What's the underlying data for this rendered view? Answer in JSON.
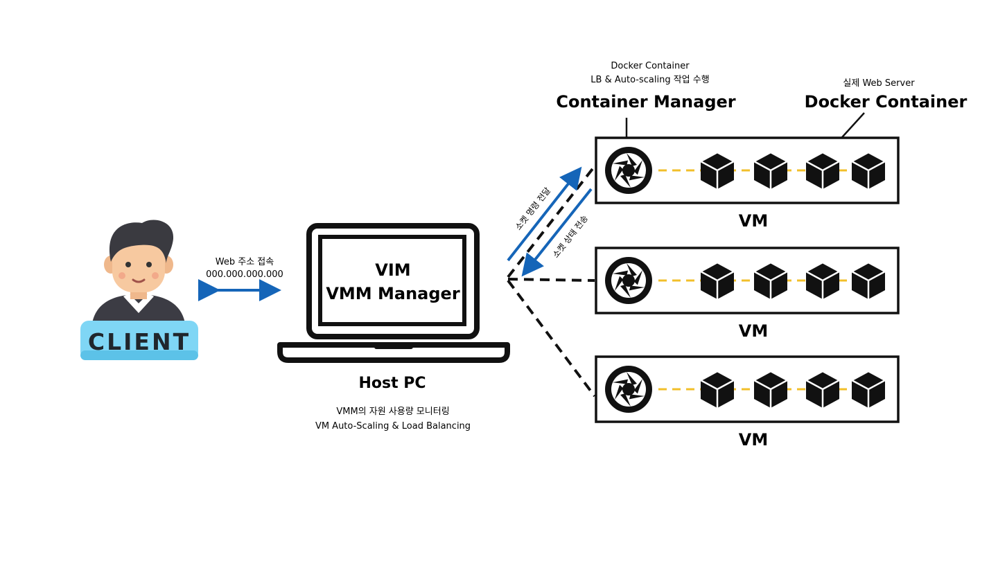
{
  "client": {
    "badge_label": "CLIENT",
    "link_label": "Web 주소 접속",
    "address": "000.000.000.000"
  },
  "host": {
    "screen_line1": "VIM",
    "screen_line2": "VMM Manager",
    "title": "Host PC",
    "desc_line1": "VMM의 자원 사용량 모니터링",
    "desc_line2": "VM Auto-Scaling & Load Balancing"
  },
  "socket": {
    "command_label": "소켓 명령 전달",
    "status_label": "소켓 상태 전송"
  },
  "container_manager": {
    "note_line1": "Docker Container",
    "note_line2": "LB & Auto-scaling 작업 수행",
    "title": "Container Manager"
  },
  "docker_container": {
    "note": "실제 Web Server",
    "title": "Docker Container"
  },
  "vms": [
    {
      "label": "VM",
      "container_count": 4
    },
    {
      "label": "VM",
      "container_count": 4
    },
    {
      "label": "VM",
      "container_count": 4
    }
  ],
  "colors": {
    "arrow_blue": "#1565b8",
    "badge_fill": "#7fd6f5",
    "link_yellow": "#f2bf2a",
    "skin": "#f7c9a0",
    "hair": "#3a3a40"
  },
  "icons": {
    "manager": "aperture-icon",
    "container": "cube-icon",
    "client": "person-avatar-icon",
    "host": "laptop-icon"
  }
}
